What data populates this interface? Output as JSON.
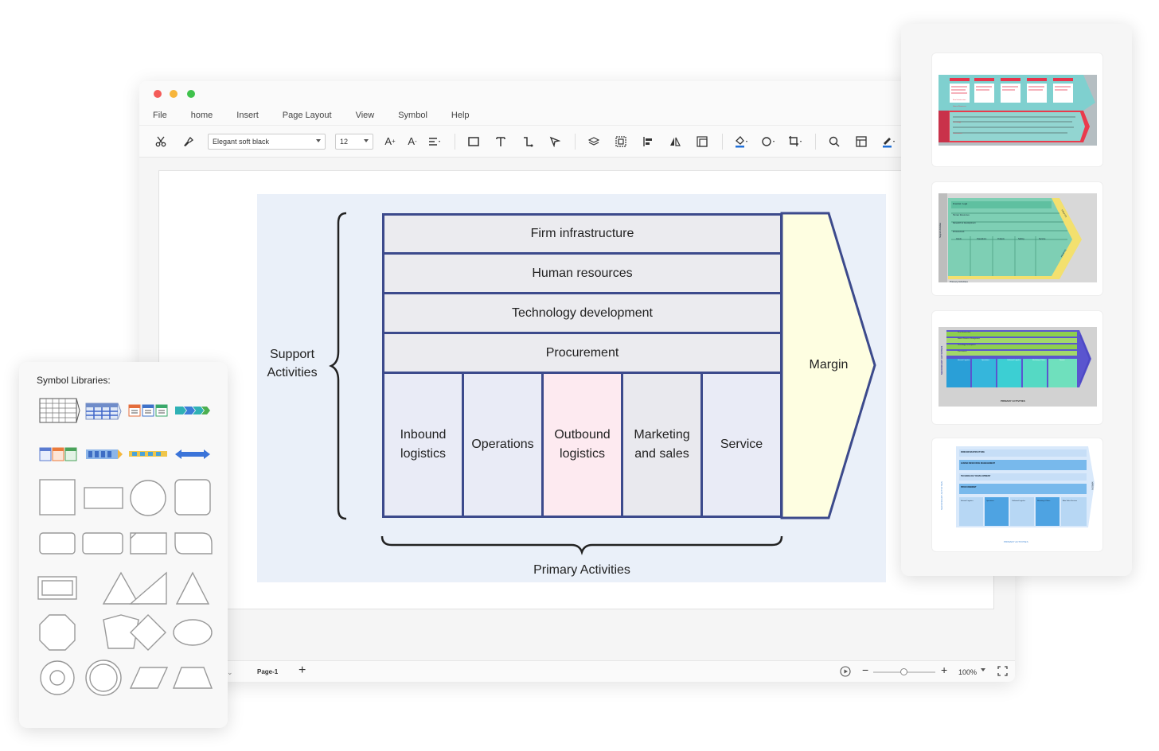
{
  "menu": [
    "File",
    "home",
    "Insert",
    "Page Layout",
    "View",
    "Symbol",
    "Help"
  ],
  "toolbar": {
    "font": "Elegant soft black",
    "size": "12"
  },
  "diagram": {
    "support_label": "Support\nActivities",
    "primary_label": "Primary Activities",
    "support_rows": [
      "Firm infrastructure",
      "Human resources",
      "Technology development",
      "Procurement"
    ],
    "primary_cols": [
      "Inbound\nlogistics",
      "Operations",
      "Outbound\nlogistics",
      "Marketing\nand sales",
      "Service"
    ],
    "margin": "Margin",
    "colors": {
      "border": "#3c4a8c",
      "cell": "#ebebef",
      "col_default": "#e9ebf6",
      "col_pink": "#fdeaf0",
      "col_grey": "#e9e9ee",
      "margin": "#fefee1",
      "background": "#eaf0f9"
    }
  },
  "symbols": {
    "title": "Symbol Libraries:"
  },
  "status": {
    "page": "Page-1",
    "zoom": "100%"
  },
  "templates": {
    "t1": {
      "h1": "Firm Infrastructure",
      "h2": "Human Resources",
      "h3": "Technology",
      "h4": "Procurement"
    },
    "t2": {
      "r1": "Financial / Legal",
      "r2": "Human Resources",
      "r3": "Research & Development",
      "r4": "Procurement",
      "side": "Support Activities",
      "bottom": "Primary Activities",
      "c1": "Inputs",
      "c2": "Operations",
      "c3": "Outputs",
      "c4": "Selling",
      "c5": "Service",
      "p1": "PROFITS",
      "p2": "PROFITS"
    },
    "t3": {
      "r1": "Firm Infrastructure",
      "r2": "Human Resource Management",
      "r3": "Technology Development",
      "r4": "Procurement",
      "side": "SECONDARY ACTIVITIES",
      "bottom": "PRIMARY ACTIVITIES",
      "c1": "Inbound Logistics",
      "c2": "Operations",
      "c3": "Outbound Logistics",
      "c4": "Marketing & Sales",
      "c5": "Service"
    },
    "t4": {
      "r1": "FIRM INFRASTRUCTURE",
      "r2": "HUMAN RESOURCE MANAGEMENT",
      "r3": "TECHNOLOGY DEVELOPMENT",
      "r4": "PROCUREMENT",
      "side": "SECONDARY ACTIVITIES",
      "bottom": "PRIMARY ACTIVITIES",
      "c1": "Inbound Logistics",
      "c2": "Operations",
      "c3": "Outbound Logistics",
      "c4": "Marketing & Sales",
      "c5": "After Sales Services",
      "margin": "MARGIN"
    }
  }
}
